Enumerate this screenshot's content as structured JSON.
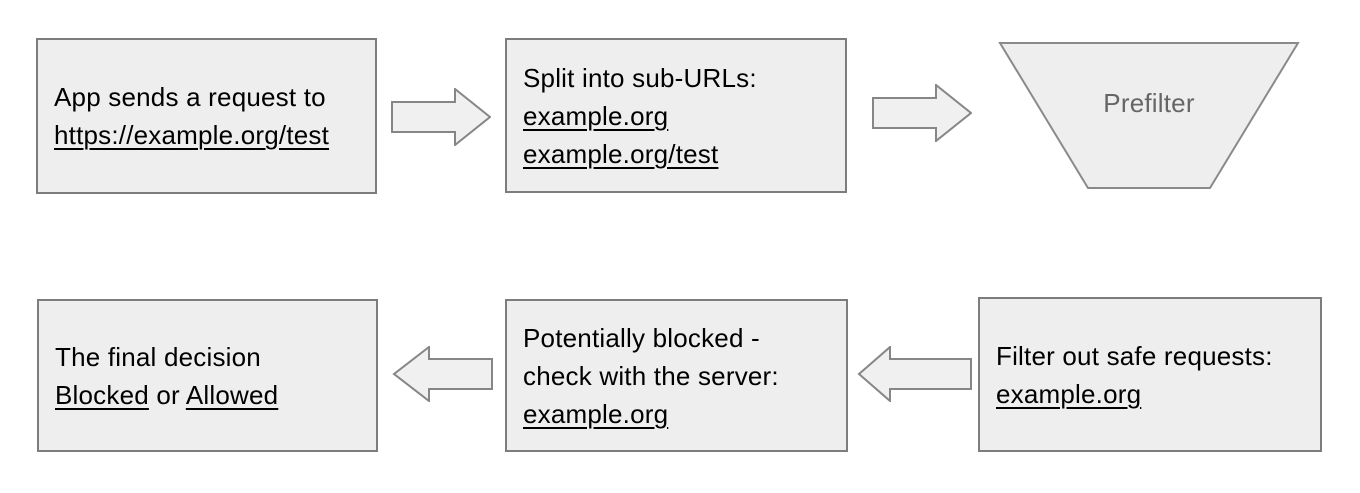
{
  "colors": {
    "page_bg": "#ffffff",
    "box_fill": "#eeeeee",
    "box_border": "#7d7d7d",
    "arrow_fill": "#f0f0f0",
    "arrow_border": "#868686",
    "funnel_border": "#8a8a8a",
    "text_color": "#000000",
    "prefilter_text": "#666666"
  },
  "nodes": {
    "request": {
      "text": "App sends a request to",
      "url": "https://example.org/test"
    },
    "split": {
      "text": "Split into sub-URLs:",
      "urls": [
        "example.org",
        "example.org/test"
      ]
    },
    "prefilter": {
      "label": "Prefilter"
    },
    "filter_safe": {
      "text": "Filter out safe requests:",
      "url": "example.org"
    },
    "check_server": {
      "line1": "Potentially blocked -",
      "line2": "check with the server:",
      "url": "example.org"
    },
    "final_decision": {
      "text": "The final decision",
      "blocked": "Blocked",
      "or_text": " or ",
      "allowed": "Allowed"
    }
  }
}
